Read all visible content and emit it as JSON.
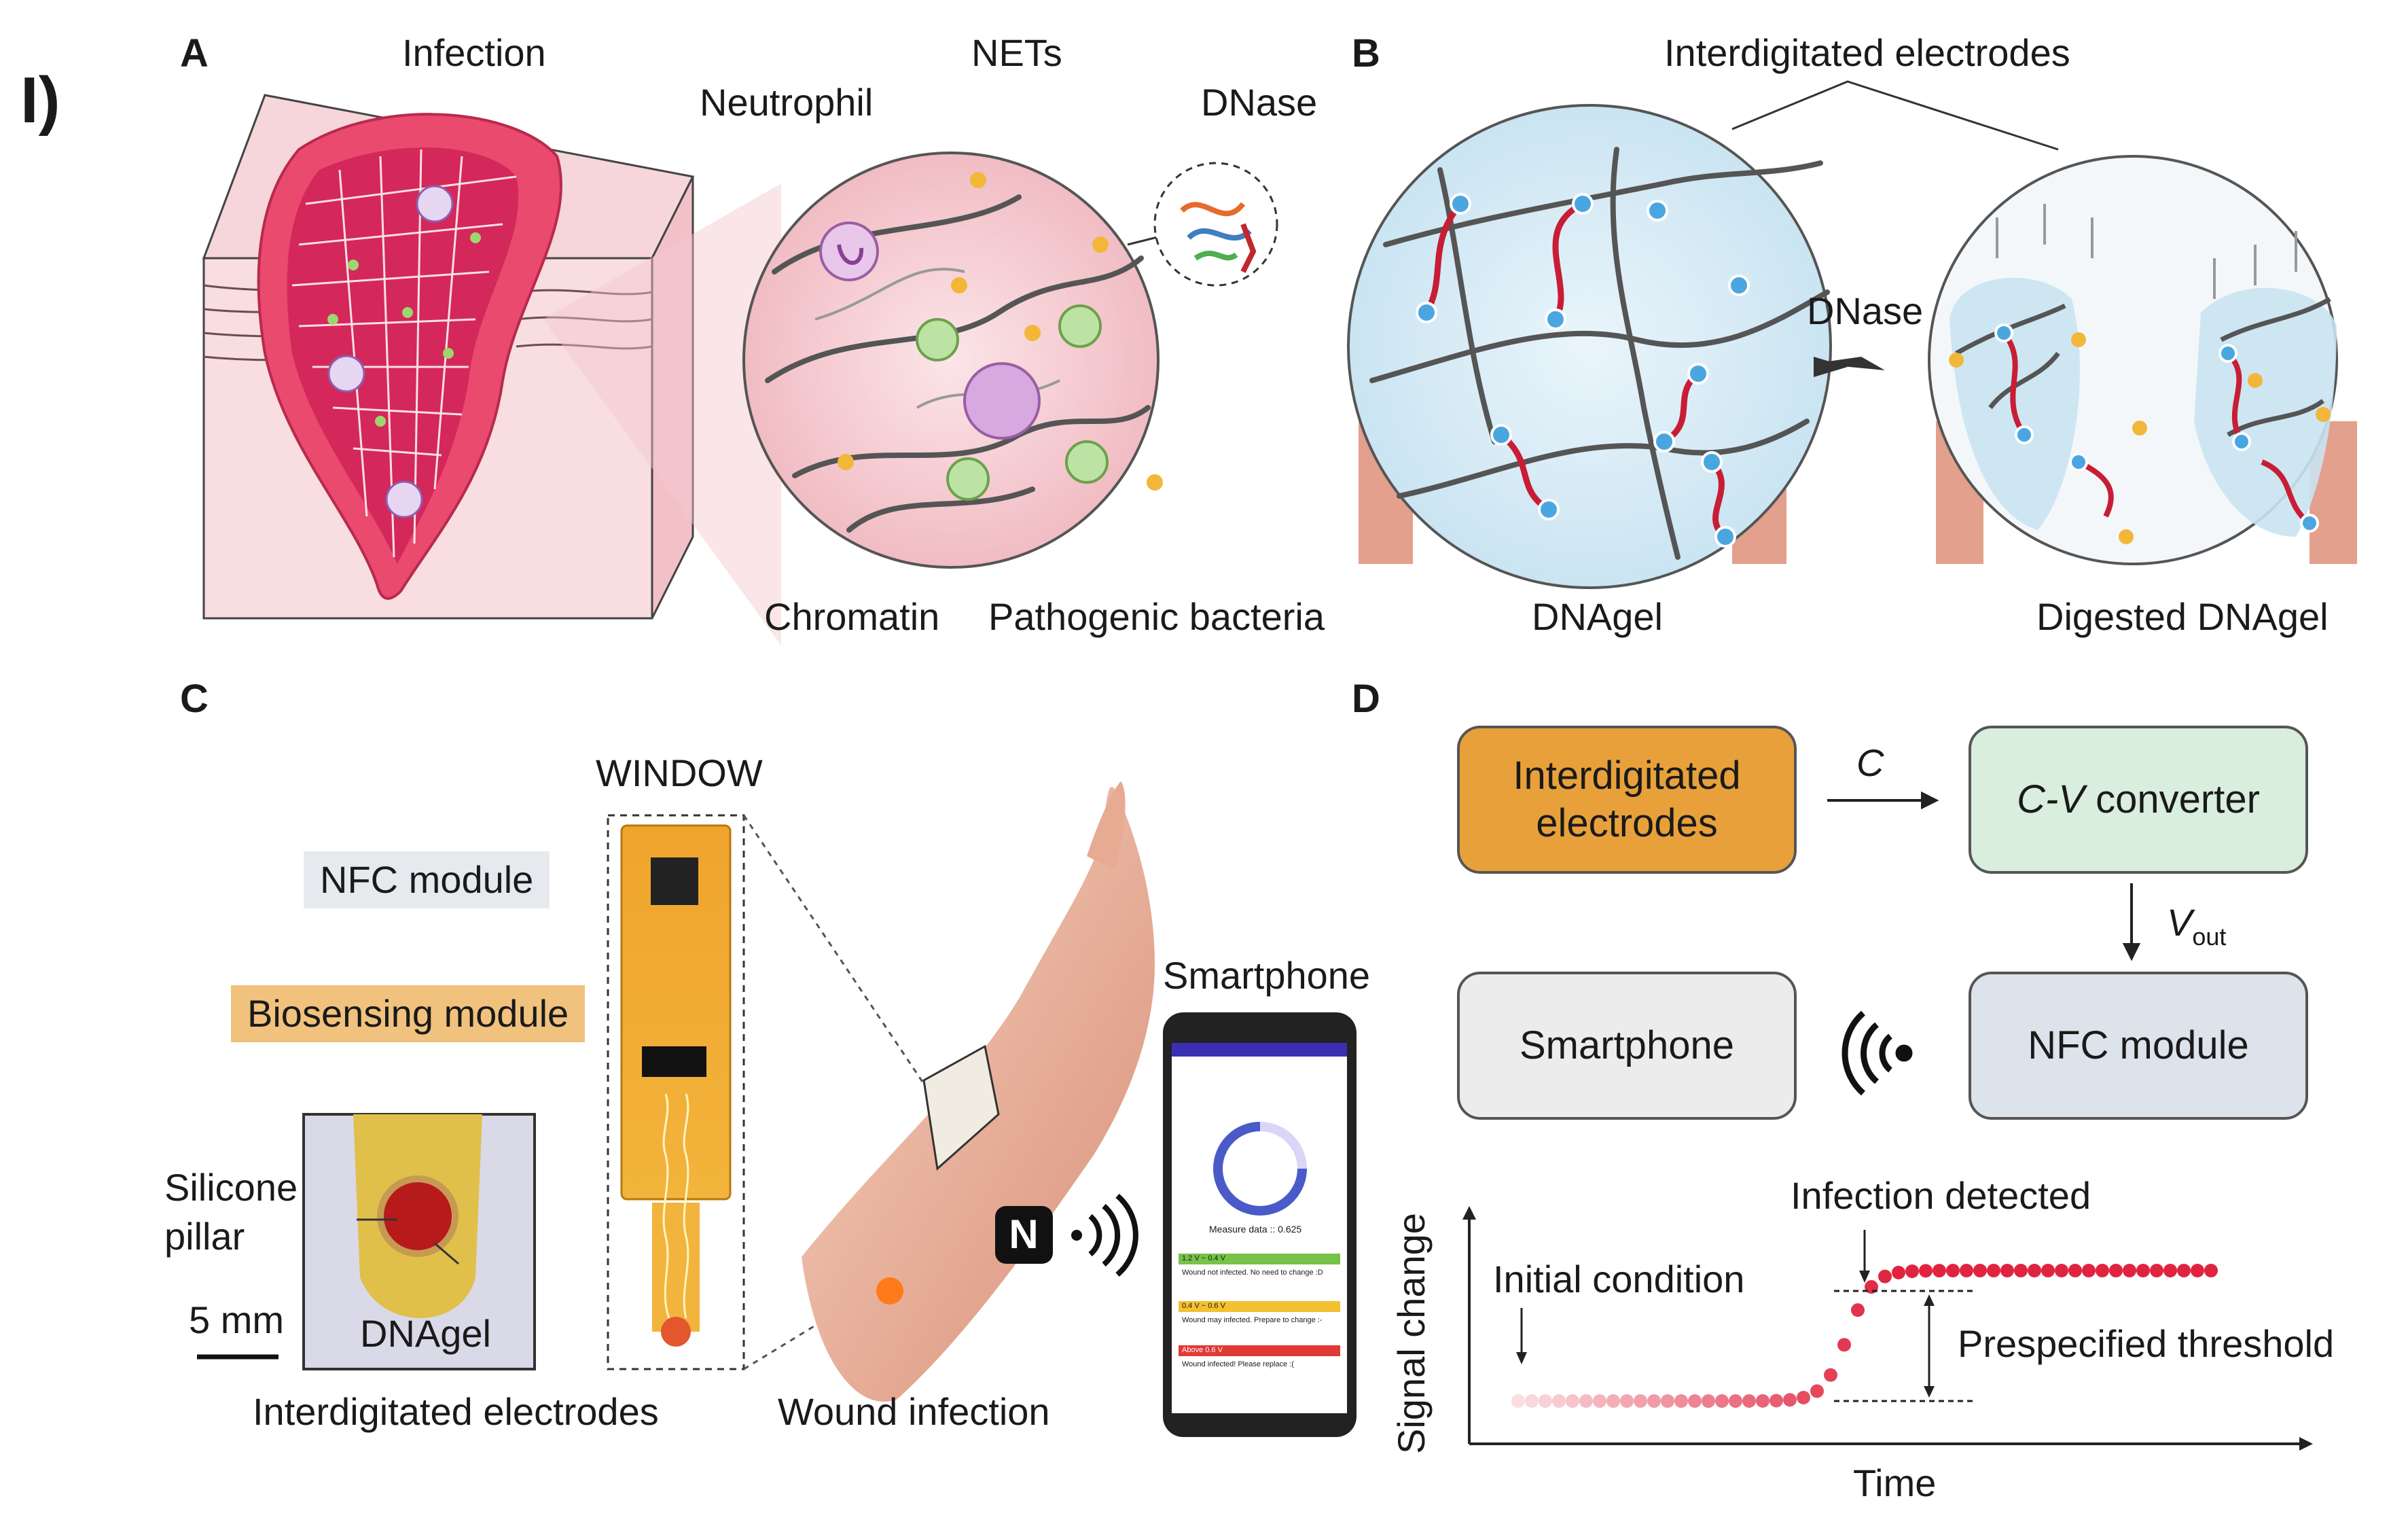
{
  "figure_label": "I)",
  "panels": {
    "a": {
      "letter": "A",
      "infection": "Infection",
      "nets": "NETs",
      "neutrophil": "Neutrophil",
      "dnase": "DNase",
      "chromatin": "Chromatin",
      "pathogenic_bacteria": "Pathogenic bacteria"
    },
    "b": {
      "letter": "B",
      "interdigitated_electrodes": "Interdigitated electrodes",
      "dnase": "DNase",
      "dnagel": "DNAgel",
      "digested_dnagel": "Digested DNAgel"
    },
    "c": {
      "letter": "C",
      "window": "WINDOW",
      "nfc_module": "NFC module",
      "biosensing_module": "Biosensing module",
      "silicone_pillar_line1": "Silicone",
      "silicone_pillar_line2": "pillar",
      "scale_bar": "5 mm",
      "dnagel": "DNAgel",
      "interdigitated_electrodes": "Interdigitated electrodes",
      "wound_infection": "Wound infection",
      "smartphone": "Smartphone",
      "phone_screen": {
        "measure": "Measure data :: 0.625",
        "green_range": "1.2 V ~ 0.4 V",
        "green_msg": "Wound not infected. No need to change :D",
        "yellow_range": "0.4 V ~ 0.6 V",
        "yellow_msg": "Wound may infected. Prepare to change :-",
        "red_range": "Above 0.6 V",
        "red_msg": "Wound infected! Please replace :("
      }
    },
    "d": {
      "letter": "D",
      "box_electrodes_line1": "Interdigitated",
      "box_electrodes_line2": "electrodes",
      "arrow_c": "C",
      "box_cv_italic": "C-V",
      "box_cv_rest": " converter",
      "vout_v": "V",
      "vout_sub": "out",
      "box_smartphone": "Smartphone",
      "box_nfc": "NFC module",
      "signal_change": "Signal change",
      "time": "Time",
      "initial_condition": "Initial condition",
      "infection_detected": "Infection detected",
      "prespecified_threshold": "Prespecified threshold"
    }
  },
  "colors": {
    "electrodes_box": "#e8a13a",
    "cv_box": "#d9eedd",
    "smartphone_box": "#ececec",
    "nfc_box": "#dde3ea",
    "nfc_label_bg": "#e6eaef",
    "biosensing_label_bg": "#f1c27d",
    "signal_red": "#e0243f"
  }
}
